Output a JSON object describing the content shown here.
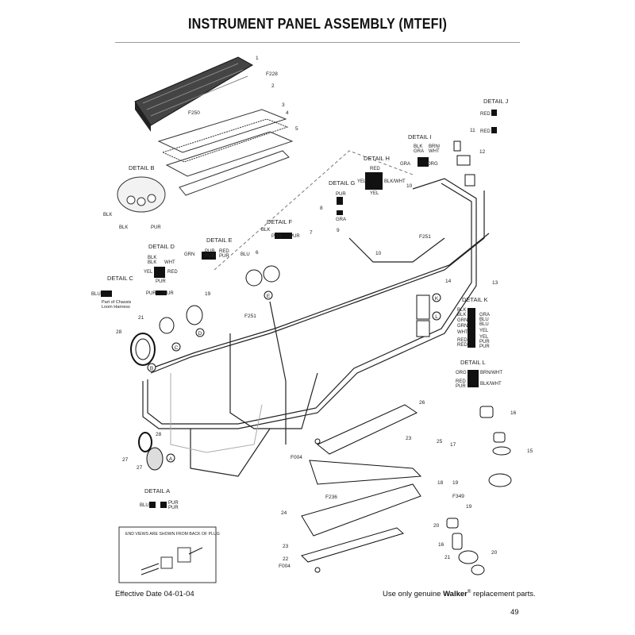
{
  "title": "INSTRUMENT PANEL ASSEMBLY (MTEFI)",
  "footer": {
    "effective_date": "Effective Date 04-01-04",
    "tagline_pre": "Use only genuine",
    "brand": "Walker",
    "reg": "®",
    "tagline_post": "replacement parts.",
    "page_number": "49"
  },
  "details": {
    "a": {
      "title": "DETAIL A",
      "left": "BLU",
      "right1": "PUR",
      "right2": "PUR"
    },
    "b": {
      "title": "DETAIL B",
      "w1": "BLK",
      "w2": "BLK",
      "w3": "PUR"
    },
    "c": {
      "title": "DETAIL C",
      "w1": "BLU",
      "note1": "Part of Chassis",
      "note2": "Loom Harness"
    },
    "d": {
      "title": "DETAIL D",
      "w1": "BLK",
      "w2": "BLK",
      "w3": "WHT",
      "w4": "YEL",
      "w5": "RED",
      "w6": "PUR",
      "w7": "PUR",
      "w8": "PUR"
    },
    "e": {
      "title": "DETAIL E",
      "w1": "GRN",
      "w2": "PUR",
      "w3": "PUR",
      "w4": "RED",
      "w5": "PUR",
      "w6": "BLU"
    },
    "f": {
      "title": "DETAIL F",
      "w1": "BLK",
      "w2": "PUR",
      "w3": "PUR"
    },
    "g": {
      "title": "DETAIL G",
      "w1": "PUR",
      "w2": "GRA"
    },
    "h": {
      "title": "DETAIL H",
      "w1": "RED",
      "w2": "YEL",
      "w3": "BLK/WHT",
      "w4": "YEL"
    },
    "i": {
      "title": "DETAIL I",
      "w1": "BLK",
      "w2": "GRA",
      "w3": "BRN/",
      "w4": "WHT",
      "w5": "GRA",
      "w6": "ORG"
    },
    "j": {
      "title": "DETAIL J",
      "w1": "RED",
      "w2": "RED"
    },
    "k": {
      "title": "DETAIL K",
      "rows": [
        [
          "BLK",
          "GRA"
        ],
        [
          "BLK",
          "BLU"
        ],
        [
          "GRN",
          "BLU"
        ],
        [
          "GRN",
          "YEL"
        ],
        [
          "WHT",
          "YEL"
        ],
        [
          "RED",
          "PUR"
        ],
        [
          "RED",
          "PUR"
        ]
      ]
    },
    "l": {
      "title": "DETAIL L",
      "w1": "ORG",
      "w2": "BRN/WHT",
      "w3": "RED",
      "w4": "PUR",
      "w5": "BLK/WHT"
    }
  },
  "inset_note": "END VIEWS ARE SHOWN FROM BACK OF PLUG",
  "part_callouts": {
    "p1": "1",
    "p2": "2",
    "p3": "3",
    "p4": "4",
    "p5": "5",
    "p6": "6",
    "p7": "7",
    "p8": "8",
    "p9": "9",
    "p10": "10",
    "p10b": "10",
    "p11": "11",
    "p12": "12",
    "p13": "13",
    "p14": "14",
    "p15": "15",
    "p16": "16",
    "p16b": "16",
    "p17": "17",
    "p18": "18",
    "p19": "19",
    "p19b": "19",
    "p19c": "19",
    "p20": "20",
    "p20b": "20",
    "p21": "21",
    "p21b": "21",
    "p22": "22",
    "p23": "23",
    "p23b": "23",
    "p24": "24",
    "p25": "25",
    "p26": "26",
    "p27": "27",
    "p27b": "27",
    "p28": "28",
    "p28b": "28",
    "f228": "F228",
    "f250": "F250",
    "f251": "F251",
    "f251b": "F251",
    "f004": "F004",
    "f004b": "F004",
    "f236": "F236",
    "f349": "F349"
  },
  "letter_markers": {
    "a": "A",
    "b": "B",
    "c": "C",
    "d": "D",
    "e": "E",
    "k": "K",
    "l": "L"
  }
}
